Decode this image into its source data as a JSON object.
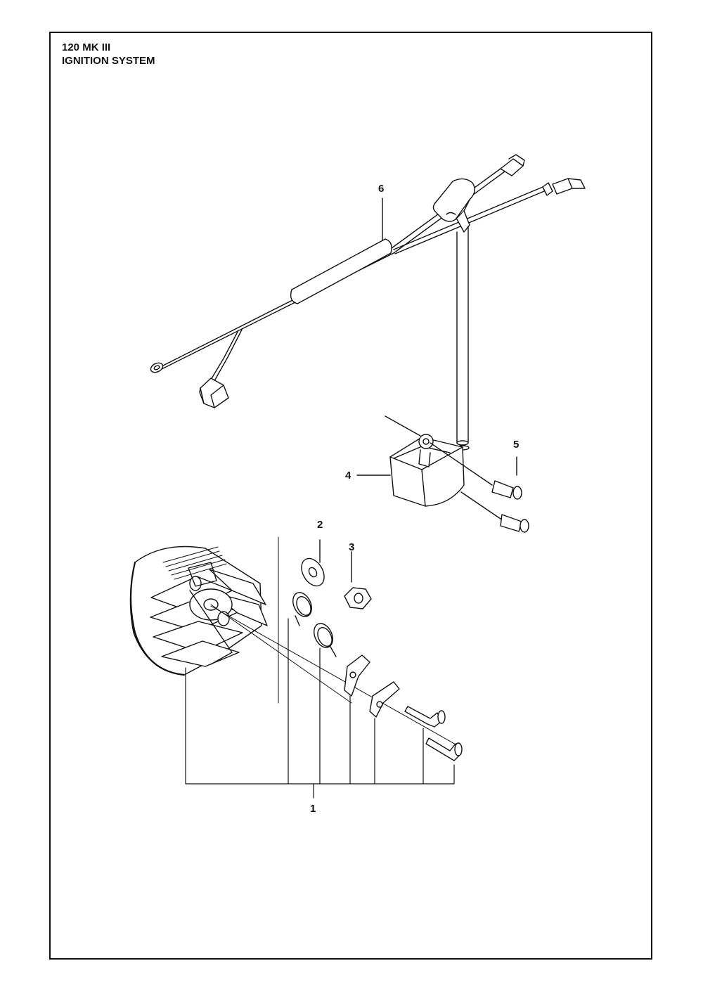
{
  "header": {
    "model": "120 MK III",
    "section": "IGNITION SYSTEM"
  },
  "callouts": [
    {
      "id": "1",
      "label": "1"
    },
    {
      "id": "2",
      "label": "2"
    },
    {
      "id": "3",
      "label": "3"
    },
    {
      "id": "4",
      "label": "4"
    },
    {
      "id": "5",
      "label": "5"
    },
    {
      "id": "6",
      "label": "6"
    }
  ],
  "line_color": "#111111"
}
